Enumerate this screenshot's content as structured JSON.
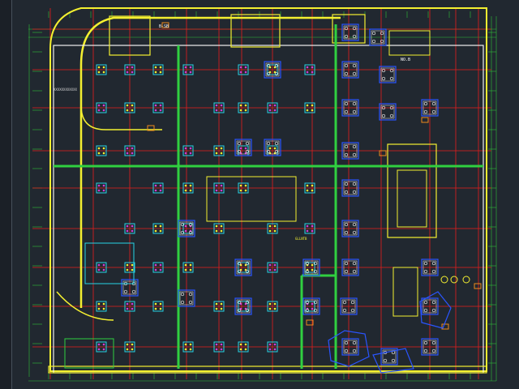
{
  "app": {
    "canvas_background": "#212830"
  },
  "colors": {
    "axis_red": "#e81c1c",
    "boundary_yellow": "#f4f030",
    "wall_white": "#f0f0f0",
    "beam_green": "#30d040",
    "dim_green": "#2fbf3a",
    "column_cyan": "#26d3e6",
    "pile_magenta": "#d23cd2",
    "cap_blue": "#2a55ff",
    "accent_orange": "#f08a1c"
  },
  "icons": {
    "column_marker": "column-marker-icon",
    "pile_cap": "pile-cap-icon"
  },
  "labels": {
    "top_tag": "B-SB",
    "stair_tag": "NO.B",
    "left_note": "XXXXXXXXXXXX",
    "gate_tag": "GLLNTB"
  }
}
